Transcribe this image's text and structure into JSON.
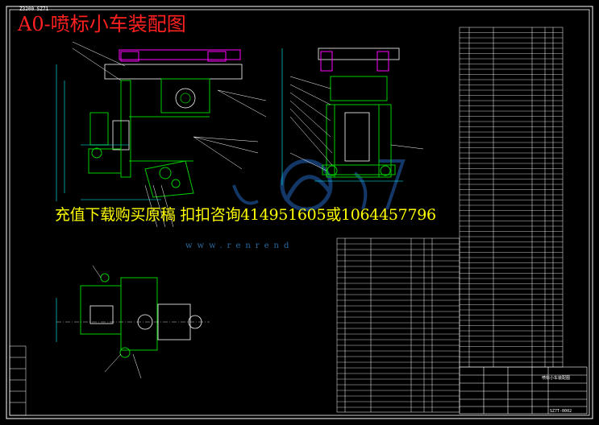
{
  "drawing": {
    "title": "A0-喷标小车装配图",
    "subtitle": "Z3200 SZ71",
    "watermark": "充值下载购买原稿 扣扣咨询414951605或1064457796",
    "website": "www.renrend",
    "title_block_name": "喷标小车装配图",
    "drawing_number": "SZ7T-0002"
  },
  "colors": {
    "background": "#000000",
    "border": "#ffffff",
    "title_red": "#ff2020",
    "watermark_yellow": "#ffff00",
    "part_green": "#00cc00",
    "part_magenta": "#ff00ff",
    "dimension_cyan": "#00ffff",
    "logo_blue": "#1a4a8a"
  }
}
